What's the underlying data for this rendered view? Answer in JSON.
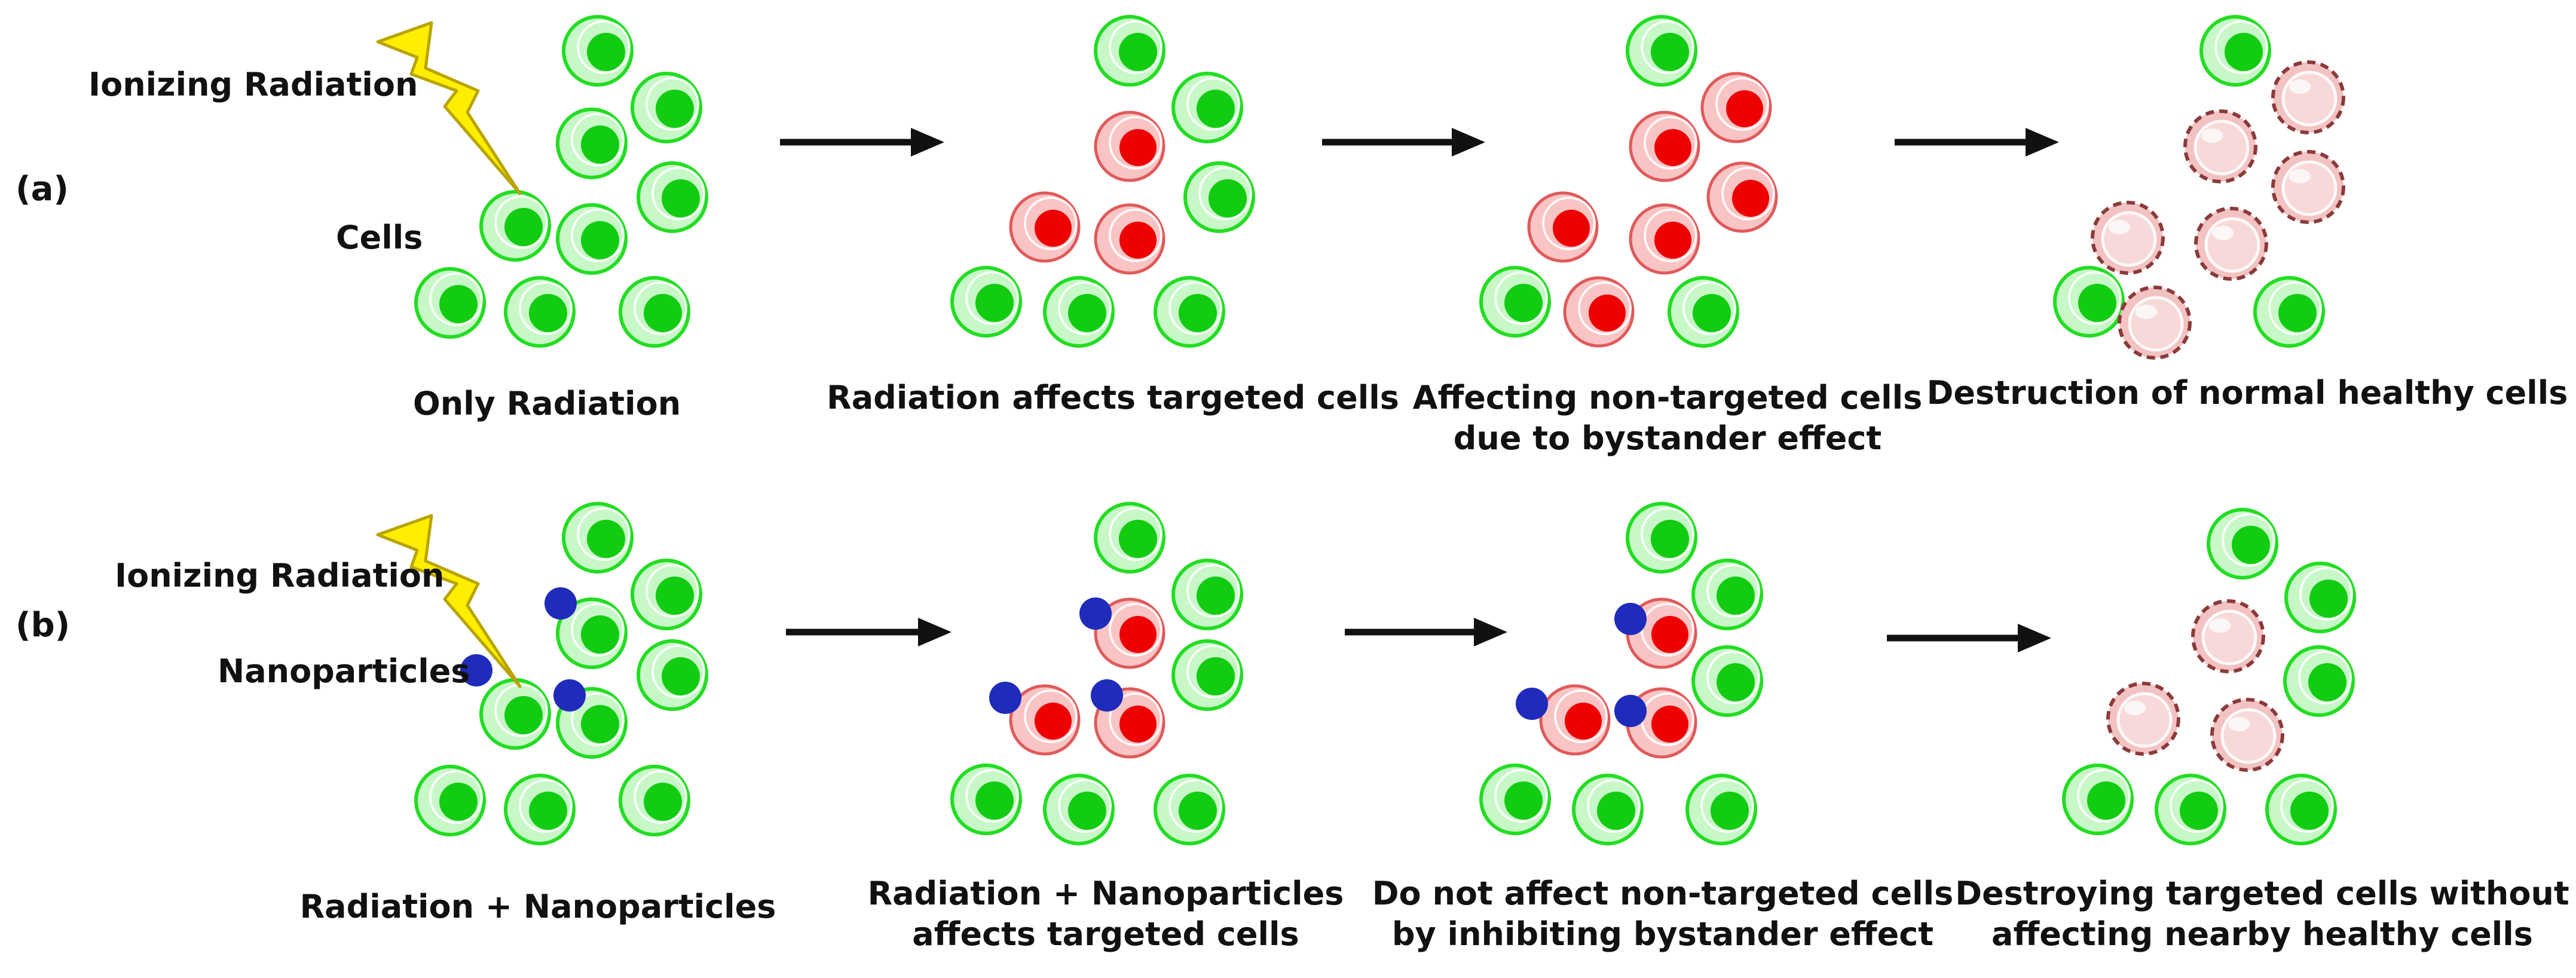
{
  "colors": {
    "healthy_outer": "#c8f7c8",
    "healthy_ring": "#22dd22",
    "healthy_nucleus": "#11cc11",
    "targeted_outer": "#f8c4c4",
    "targeted_ring": "#e05a5a",
    "targeted_nucleus": "#ee0000",
    "destroyed_fill": "#f3c2c2",
    "destroyed_ring": "#8b3a3a",
    "nanoparticle": "#1e2bbb",
    "bolt_fill": "#ffee00",
    "bolt_stroke": "#b8a400",
    "arrow": "#111111"
  },
  "icons": {
    "bolt": "lightning-bolt-icon",
    "arrow": "right-arrow-icon",
    "healthy_cell": "green-cell-icon",
    "targeted_cell": "red-cell-icon",
    "destroyed_cell": "dashed-pink-cell-icon",
    "nanoparticle": "blue-dot-icon"
  },
  "row_a": {
    "label": "(a)",
    "ionizing_label": "Ionizing Radiation",
    "cells_label": "Cells",
    "captions": [
      [
        "Only Radiation"
      ],
      [
        "Radiation affects targeted cells"
      ],
      [
        "Affecting non-targeted cells",
        "due to bystander effect"
      ],
      [
        "Destruction of normal healthy cells"
      ]
    ]
  },
  "row_b": {
    "label": "(b)",
    "ionizing_label": "Ionizing Radiation",
    "nanoparticles_label": "Nanoparticles",
    "captions": [
      [
        "Radiation + Nanoparticles"
      ],
      [
        "Radiation + Nanoparticles",
        "affects targeted cells"
      ],
      [
        "Do not affect non-targeted cells",
        "by inhibiting bystander effect"
      ],
      [
        "Destroying targeted cells without",
        "affecting nearby healthy cells"
      ]
    ]
  }
}
